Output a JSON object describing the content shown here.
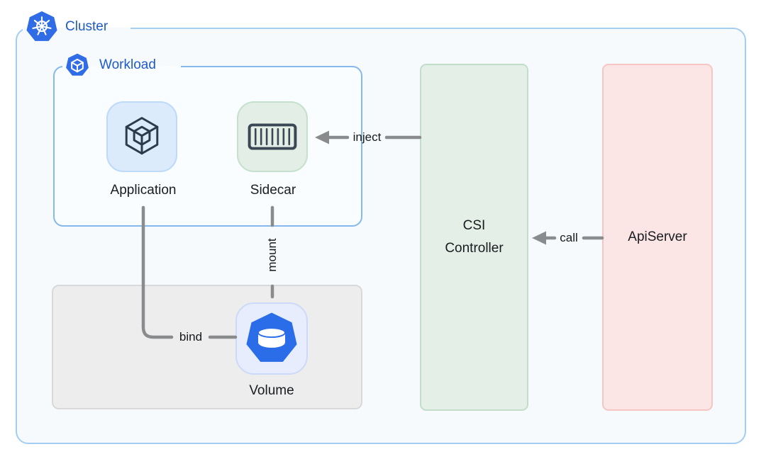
{
  "cluster": {
    "label": "Cluster"
  },
  "workload": {
    "label": "Workload"
  },
  "nodes": {
    "application": {
      "label": "Application"
    },
    "sidecar": {
      "label": "Sidecar"
    },
    "volume": {
      "label": "Volume"
    },
    "csi_controller": {
      "label": "CSI Controller"
    },
    "api_server": {
      "label": "ApiServer"
    }
  },
  "edges": {
    "inject": {
      "label": "inject"
    },
    "call": {
      "label": "call"
    },
    "bind": {
      "label": "bind"
    },
    "mount": {
      "label": "mount"
    }
  },
  "icons": {
    "cluster": "kubernetes-logo-icon",
    "workload": "pod-cube-icon",
    "application": "wireframe-cube-icon",
    "sidecar": "container-icon",
    "volume": "database-heptagon-icon"
  },
  "colors": {
    "kubernetes_blue": "#2f6ce5",
    "label_blue": "#1f5ac8",
    "cluster_border": "#a3cef2",
    "workload_border": "#85b9ed",
    "csi_bg": "#e4f0e7",
    "csi_border": "#c2ddc9",
    "apiserver_bg": "#fce5e5",
    "apiserver_border": "#f5c6c4",
    "volume_tile_bg": "#e7edfc",
    "application_tile_bg": "#dcebfc",
    "sidecar_tile_bg": "#e3efe6",
    "connector_gray": "#8a8b8c",
    "dark_icon_stroke": "#2c3a4c"
  }
}
